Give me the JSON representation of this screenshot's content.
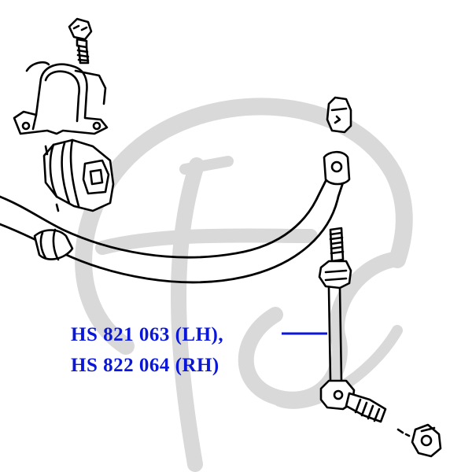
{
  "watermark": {
    "logo_text": "Hs",
    "color": "#d9d9d9"
  },
  "colors": {
    "line_art": "#000000",
    "label": "#0a17d9",
    "leader": "#0a17d9",
    "background": "#ffffff"
  },
  "labels": {
    "left_hand": "HS 821 063 (LH),",
    "right_hand": "HS 822 064 (RH)"
  },
  "icons": {
    "bolt": "bolt-icon",
    "clamp_bracket": "bracket-icon",
    "rubber_bushing": "bushing-icon",
    "stabilizer_bar": "stabilizer-bar-icon",
    "stabilizer_link": "stabilizer-link-icon",
    "nut": "nut-icon"
  }
}
